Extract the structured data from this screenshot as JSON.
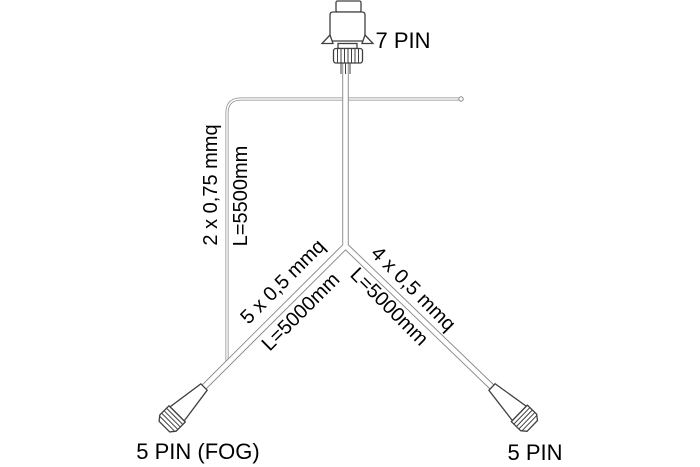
{
  "diagram": {
    "kind": "trailer-wiring-harness",
    "connector_top": {
      "label": "7 PIN"
    },
    "connector_bottom_left": {
      "label": "5 PIN (FOG)"
    },
    "connector_bottom_right": {
      "label": "5 PIN"
    },
    "aux_cable": {
      "spec": "2 x 0,75 mmq",
      "length": "L=5500mm"
    },
    "left_cable": {
      "spec": "5 x 0,5 mmq",
      "length": "L=5000mm"
    },
    "right_cable": {
      "spec": "4 x 0,5 mmq",
      "length": "L=5000mm"
    },
    "colors": {
      "background": "#ffffff",
      "wire": "#8a8a8a",
      "outline": "#404040",
      "text": "#000000"
    }
  }
}
